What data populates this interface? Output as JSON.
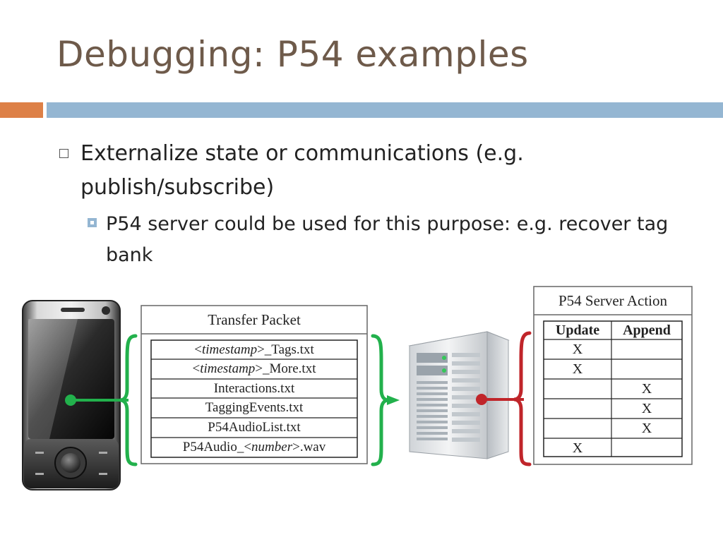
{
  "slide": {
    "title": "Debugging: P54 examples",
    "accent_orange": "#dd8047",
    "accent_blue": "#94b6d2",
    "title_color": "#6e5a4a"
  },
  "bullets": {
    "level1": "Externalize state or communications (e.g. publish/subscribe)",
    "level2": "P54 server could be used for this purpose: e.g. recover tag bank"
  },
  "diagram": {
    "transfer_packet": {
      "title": "Transfer Packet",
      "rows": [
        {
          "pre": "<",
          "em": "timestamp",
          "post": ">_Tags.txt"
        },
        {
          "pre": "<",
          "em": "timestamp",
          "post": ">_More.txt"
        },
        {
          "pre": "Interactions.txt",
          "em": "",
          "post": ""
        },
        {
          "pre": "TaggingEvents.txt",
          "em": "",
          "post": ""
        },
        {
          "pre": "P54AudioList.txt",
          "em": "",
          "post": ""
        },
        {
          "pre": "P54Audio_<",
          "em": "number",
          "post": ">.wav"
        }
      ]
    },
    "server_action": {
      "title": "P54 Server Action",
      "headers": [
        "Update",
        "Append"
      ],
      "rows": [
        [
          "X",
          ""
        ],
        [
          "X",
          ""
        ],
        [
          "",
          "X"
        ],
        [
          "",
          "X"
        ],
        [
          "",
          "X"
        ],
        [
          "X",
          ""
        ]
      ]
    },
    "colors": {
      "green_brace": "#22b14c",
      "red_brace": "#c0252a"
    }
  }
}
